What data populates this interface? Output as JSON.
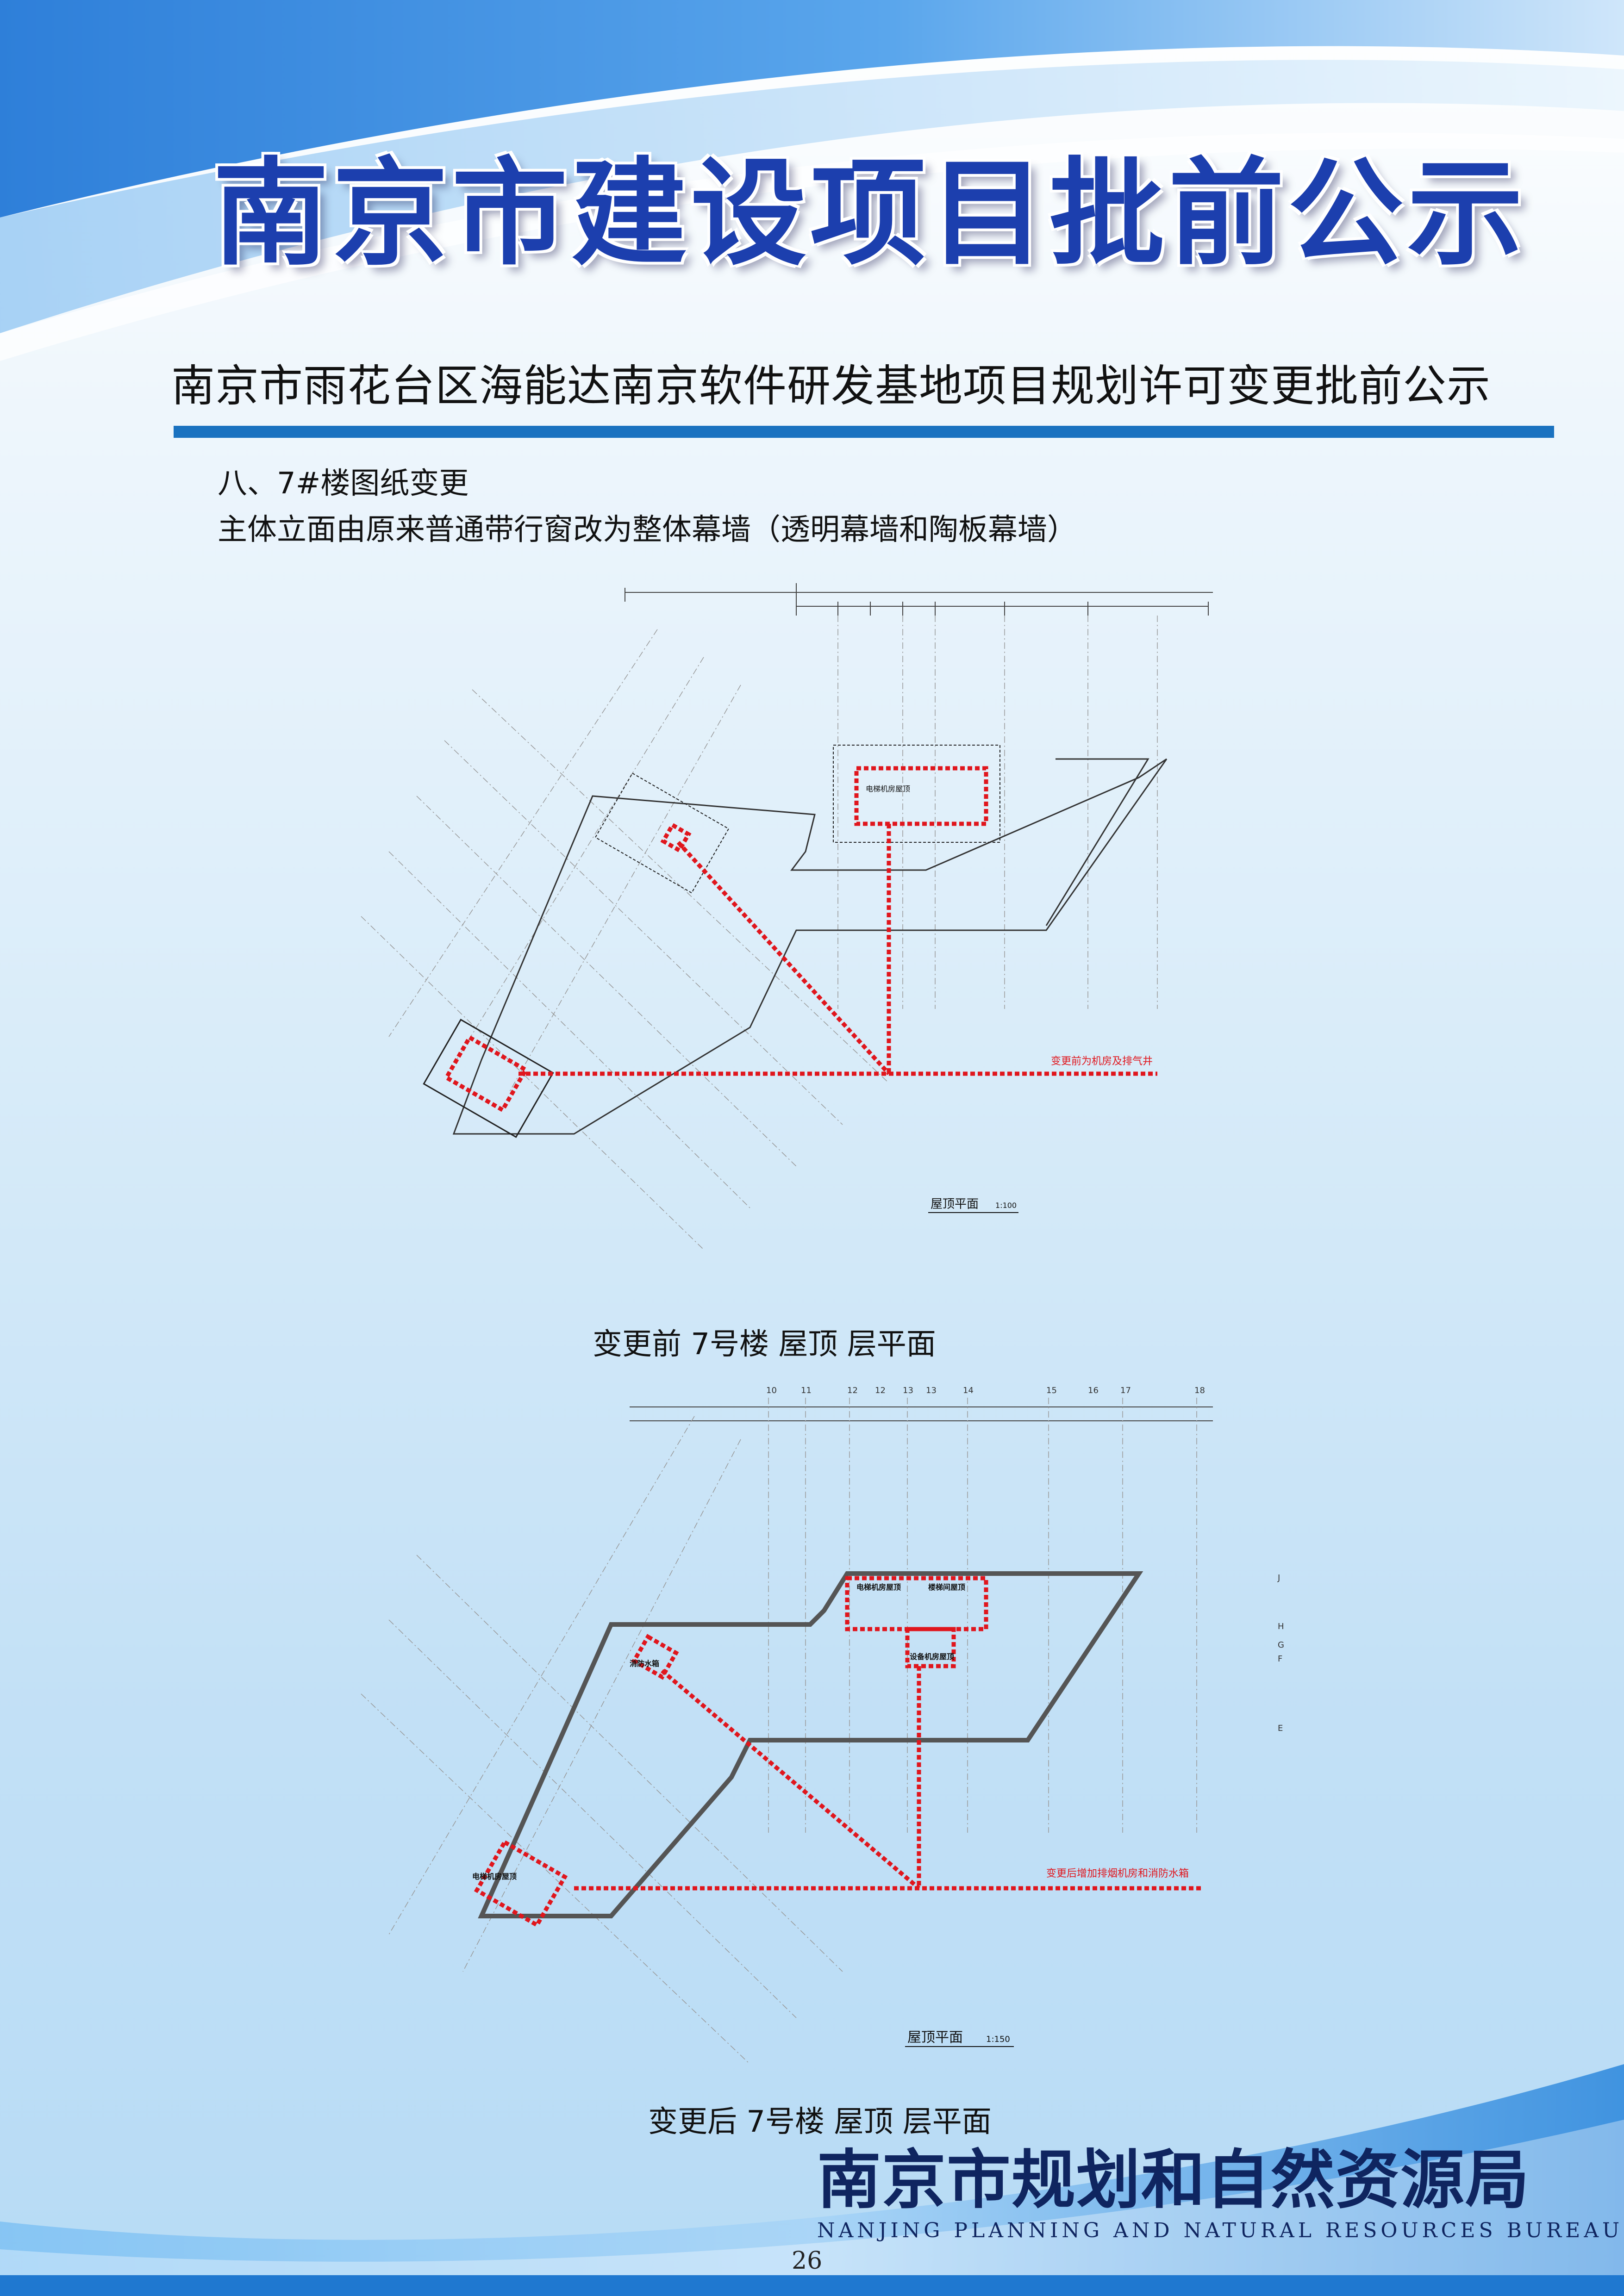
{
  "header": {
    "title": "南京市建设项目批前公示",
    "subtitle": "南京市雨花台区海能达南京软件研发基地项目规划许可变更批前公示"
  },
  "section": {
    "heading": "八、7#楼图纸变更",
    "description": "主体立面由原来普通带行窗改为整体幕墙（透明幕墙和陶板幕墙）"
  },
  "drawing_before": {
    "caption": "变更前  7号楼 屋顶 层平面",
    "plan_title": "屋顶平面",
    "scale": "1:100",
    "annotation": "变更前为机房及排气井",
    "room_label": "电梯机房屋顶"
  },
  "drawing_after": {
    "caption": "变更后  7号楼 屋顶 层平面",
    "plan_title": "屋顶平面",
    "scale": "1:150",
    "annotation": "变更后增加排烟机房和消防水箱",
    "room_labels": [
      "电梯机房屋顶",
      "楼梯间屋顶",
      "消防水箱",
      "设备机房屋顶",
      "电梯机房屋顶"
    ],
    "top_axis": [
      "10",
      "11",
      "12",
      "12",
      "13",
      "13",
      "14",
      "15",
      "16",
      "17",
      "18"
    ],
    "right_axis": [
      "J",
      "H",
      "G",
      "F",
      "E"
    ]
  },
  "footer": {
    "org_cn": "南京市规划和自然资源局",
    "org_en": "NANJING PLANNING AND NATURAL RESOURCES BUREAU",
    "page": "26"
  },
  "colors": {
    "title_blue": "#1c3fae",
    "rule_blue": "#1a72c0",
    "highlight_red": "#e0161d",
    "footer_navy": "#0f2560"
  }
}
